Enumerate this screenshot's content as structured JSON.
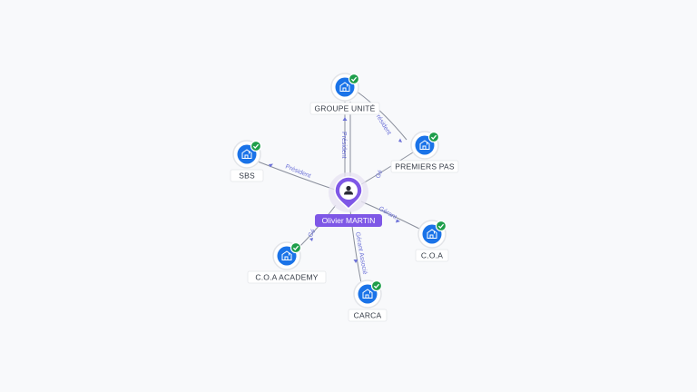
{
  "person": {
    "name": "Olivier MARTIN",
    "icon": "person-icon",
    "color": "#7e57e6"
  },
  "companies": [
    {
      "id": "groupe-unite",
      "label": "GROUPE UNITÉ",
      "icon": "building-icon",
      "verified": true
    },
    {
      "id": "premiers-pas",
      "label": "PREMIERS PAS",
      "icon": "building-icon",
      "verified": true
    },
    {
      "id": "sbs",
      "label": "SBS",
      "icon": "building-icon",
      "verified": true
    },
    {
      "id": "coa",
      "label": "C.O.A",
      "icon": "building-icon",
      "verified": true
    },
    {
      "id": "coa-academy",
      "label": "C.O.A ACADEMY",
      "icon": "building-icon",
      "verified": true
    },
    {
      "id": "carca",
      "label": "CARCA",
      "icon": "building-icon",
      "verified": true
    }
  ],
  "relations": [
    {
      "id": "r-groupe",
      "label": "Président"
    },
    {
      "id": "r-sbs",
      "label": "Président"
    },
    {
      "id": "r-premiers",
      "label": "Gé"
    },
    {
      "id": "r-coa",
      "label": "Gérant"
    },
    {
      "id": "r-academy",
      "label": "Gé"
    },
    {
      "id": "r-carca",
      "label": "Gérant Associé"
    },
    {
      "id": "r-groupe-premiers",
      "label": "Président"
    }
  ],
  "colors": {
    "company_icon": "#1a73e8",
    "verified_badge": "#1e9e4a",
    "edge_label": "#6d72d8"
  }
}
